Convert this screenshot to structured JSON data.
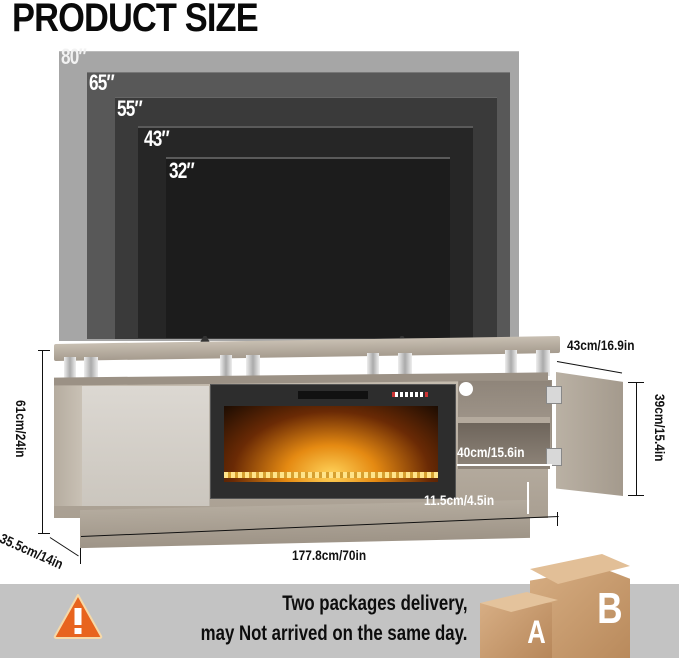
{
  "header": {
    "title": "PRODUCT SIZE"
  },
  "tv_sizes": [
    {
      "label": "80″",
      "shade": "#a6a6a6"
    },
    {
      "label": "65″",
      "shade": "#585858"
    },
    {
      "label": "55″",
      "shade": "#3a3a3a"
    },
    {
      "label": "43″",
      "shade": "#262626"
    },
    {
      "label": "32″",
      "shade": "#1c1c1c"
    }
  ],
  "dimensions": {
    "height": "61cm/24in",
    "depth": "35.5cm/14in",
    "width": "177.8cm/70in",
    "top_depth": "43cm/16.9in",
    "cabinet_height": "39cm/15.4in",
    "shelf_width": "40cm/15.6in",
    "base_height": "11.5cm/4.5in"
  },
  "notice": {
    "line1": "Two packages delivery,",
    "line2": "may Not arrived on the same day.",
    "warning_color": "#e8641e",
    "banner_color": "#c3c3c3"
  },
  "packages": [
    {
      "label": "A"
    },
    {
      "label": "B"
    }
  ],
  "colors": {
    "wood": "#b9b0a3",
    "light_panel": "#d9d5cf",
    "fire": "#f0a020",
    "box": "#c99a6c"
  }
}
